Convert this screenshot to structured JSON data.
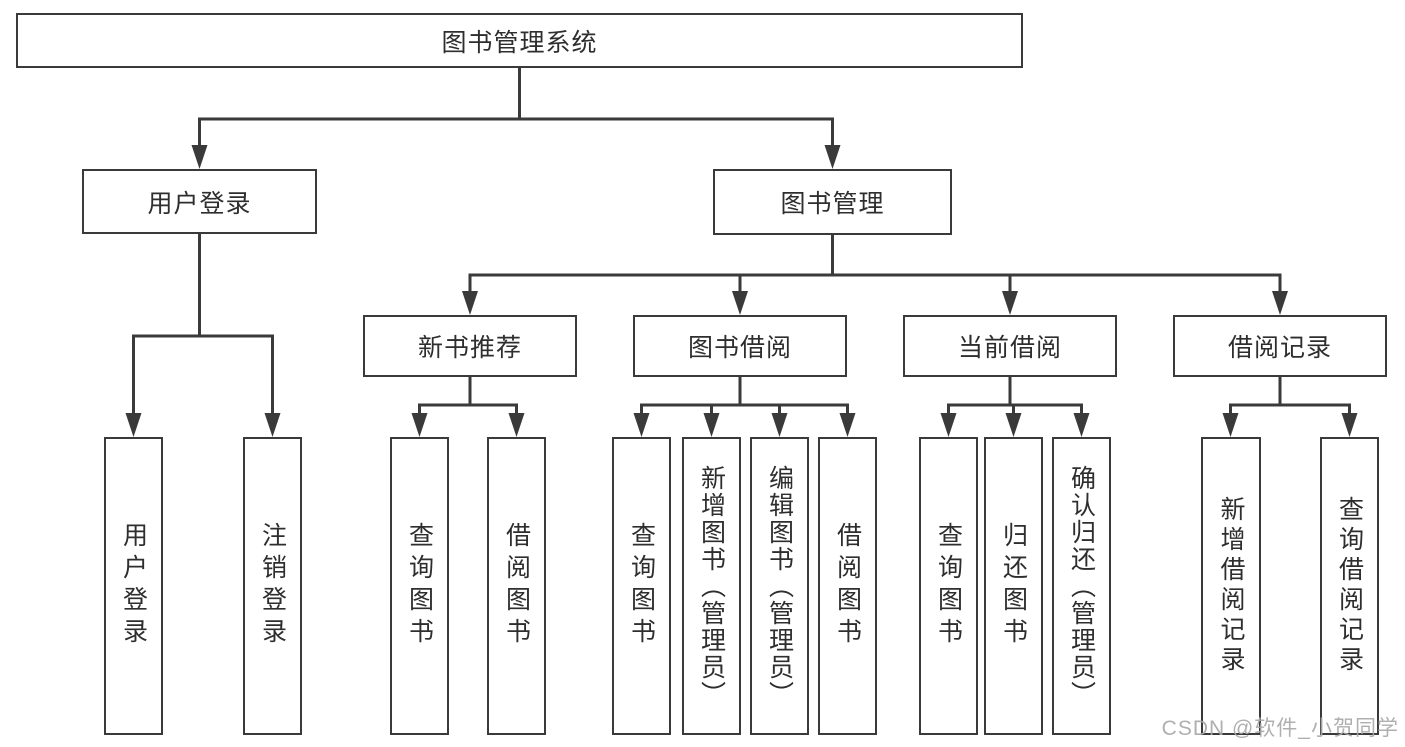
{
  "diagram": {
    "root": "图书管理系统",
    "branches": [
      {
        "label": "用户登录",
        "children": [
          "用户登录",
          "注销登录"
        ]
      },
      {
        "label": "图书管理",
        "groups": [
          {
            "label": "新书推荐",
            "children": [
              "查询图书",
              "借阅图书"
            ]
          },
          {
            "label": "图书借阅",
            "children": [
              "查询图书",
              "新增图书（管理员）",
              "编辑图书（管理员）",
              "借阅图书"
            ]
          },
          {
            "label": "当前借阅",
            "children": [
              "查询图书",
              "归还图书",
              "确认归还（管理员）"
            ]
          },
          {
            "label": "借阅记录",
            "children": [
              "新增借阅记录",
              "查询借阅记录"
            ]
          }
        ]
      }
    ]
  },
  "watermark": "CSDN @软件_小贺同学",
  "colors": {
    "line": "#3a3a3a",
    "box_border": "#3a3a3a",
    "box_fill": "#ffffff",
    "text": "#2e2e2e",
    "watermark": "#a8a8a8"
  }
}
